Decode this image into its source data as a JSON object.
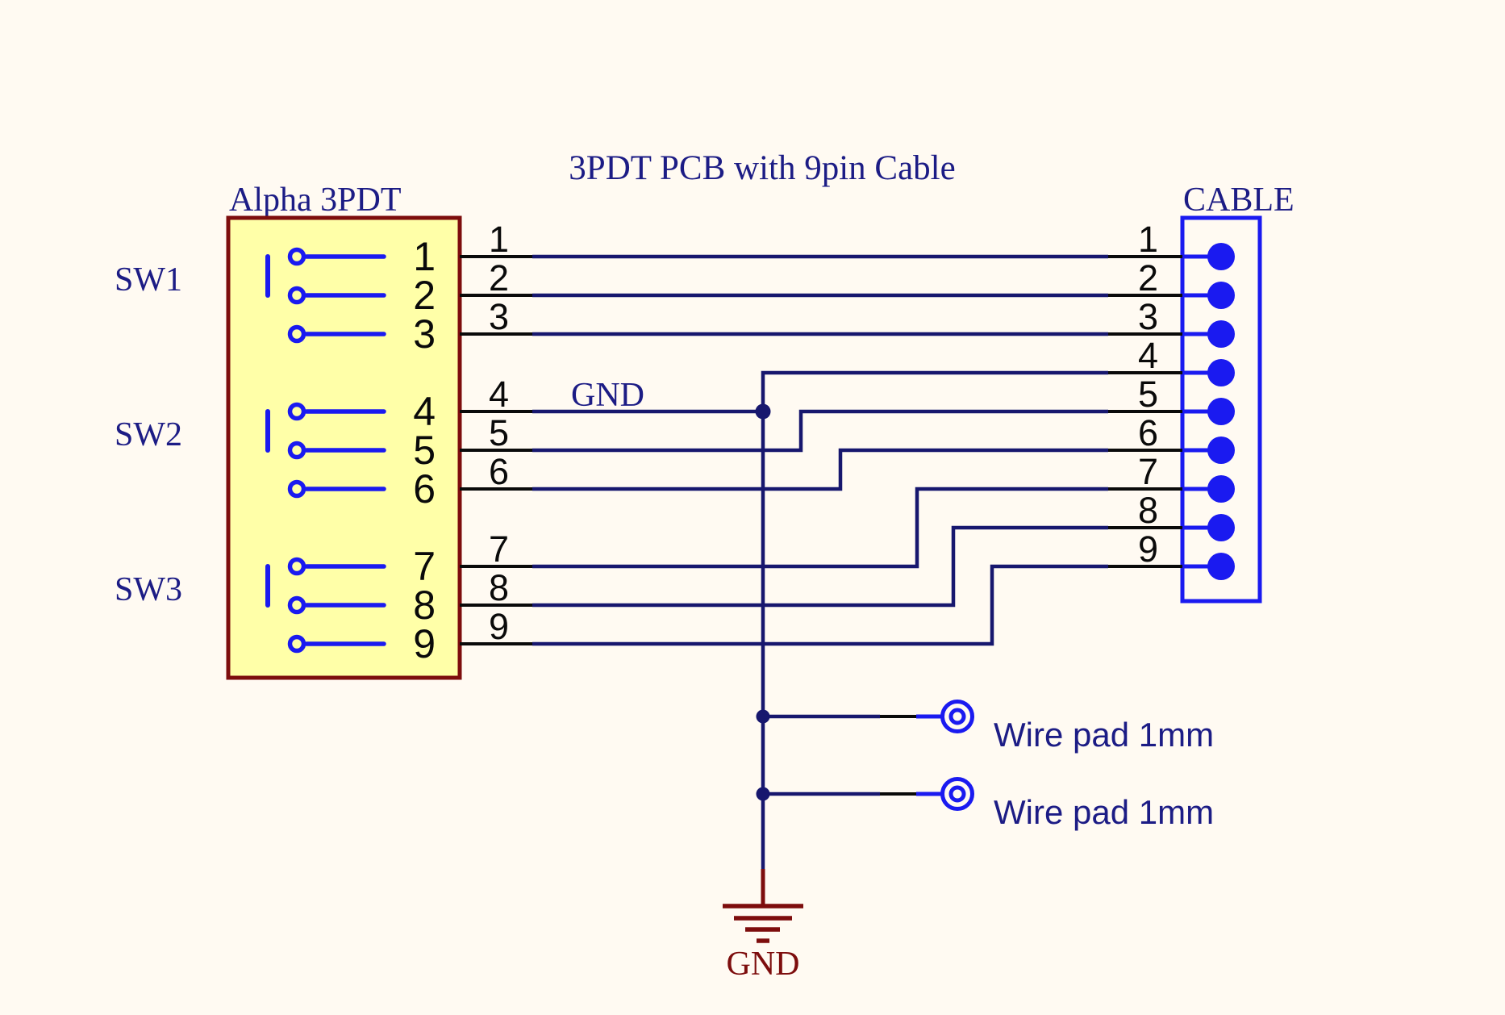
{
  "title": "3PDT PCB with 9pin Cable",
  "colors": {
    "background": "#fffaf2",
    "symbol_fill_yellow": "#ffffa8",
    "symbol_outline_maroon": "#7d0d0d",
    "pin_blue": "#1a1af0",
    "net_navy": "#17176e",
    "label_navy": "#1c1c85",
    "pin_black": "#0a0a0a"
  },
  "switch": {
    "label": "Alpha 3PDT",
    "groups": [
      {
        "label": "SW1"
      },
      {
        "label": "SW2"
      },
      {
        "label": "SW3"
      }
    ],
    "pin_numbers": [
      "1",
      "2",
      "3",
      "4",
      "5",
      "6",
      "7",
      "8",
      "9"
    ]
  },
  "cable": {
    "label": "CABLE",
    "pin_numbers": [
      "1",
      "2",
      "3",
      "4",
      "5",
      "6",
      "7",
      "8",
      "9"
    ]
  },
  "nets": {
    "wire_numbers": [
      "1",
      "2",
      "3",
      "4",
      "5",
      "6",
      "7",
      "8",
      "9"
    ],
    "gnd_label": "GND"
  },
  "wire_pads": [
    {
      "label": "Wire pad 1mm"
    },
    {
      "label": "Wire pad 1mm"
    }
  ],
  "ground": {
    "label": "GND"
  },
  "netlist": [
    {
      "net": "1",
      "from": "Alpha 3PDT pin 1",
      "to": "CABLE pin 1"
    },
    {
      "net": "2",
      "from": "Alpha 3PDT pin 2",
      "to": "CABLE pin 2"
    },
    {
      "net": "3",
      "from": "Alpha 3PDT pin 3",
      "to": "CABLE pin 3"
    },
    {
      "net": "GND",
      "from": "Alpha 3PDT pin 4",
      "to": "CABLE pin 4, Wire pad 1mm (x2), GND symbol"
    },
    {
      "net": "5",
      "from": "Alpha 3PDT pin 5",
      "to": "CABLE pin 5"
    },
    {
      "net": "6",
      "from": "Alpha 3PDT pin 6",
      "to": "CABLE pin 6"
    },
    {
      "net": "7",
      "from": "Alpha 3PDT pin 7",
      "to": "CABLE pin 7"
    },
    {
      "net": "8",
      "from": "Alpha 3PDT pin 8",
      "to": "CABLE pin 8"
    },
    {
      "net": "9",
      "from": "Alpha 3PDT pin 9",
      "to": "CABLE pin 9"
    }
  ]
}
